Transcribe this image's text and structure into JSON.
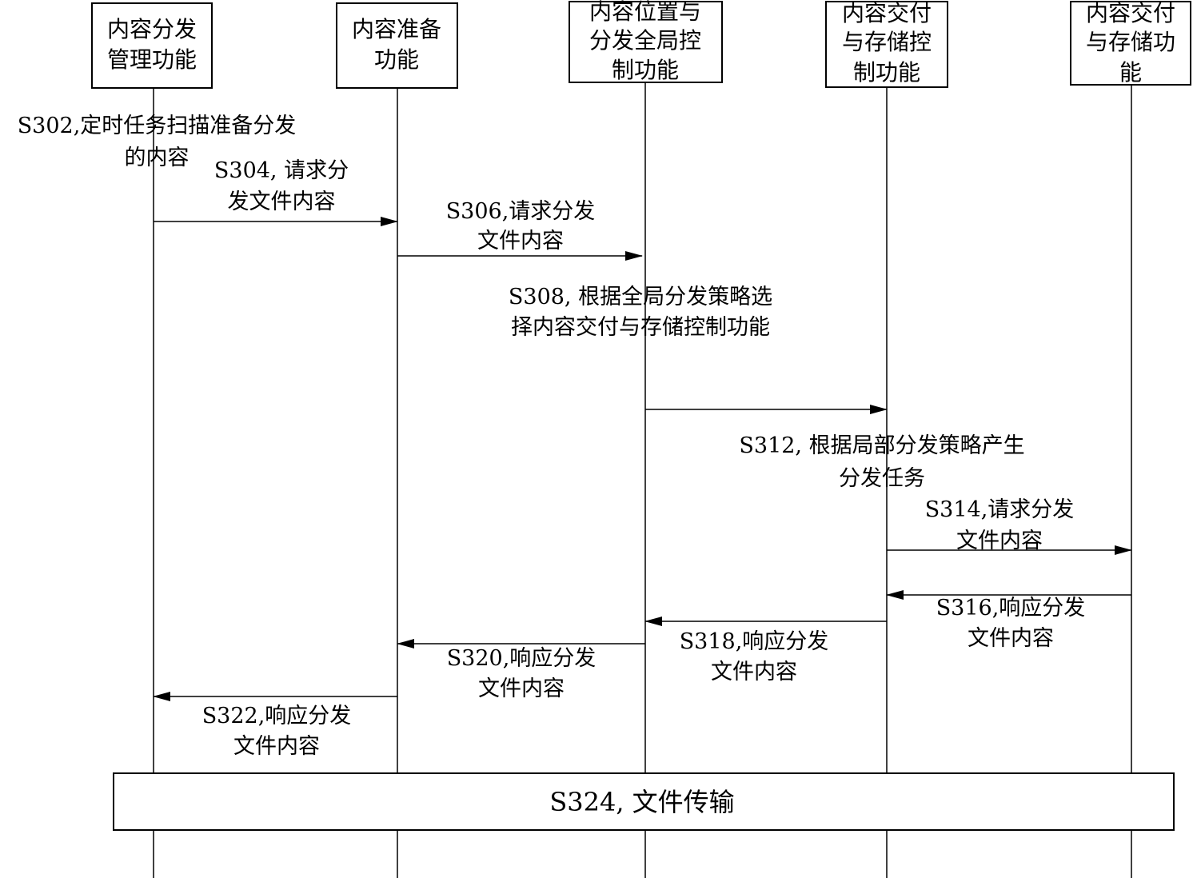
{
  "participants": [
    {
      "name": "content-distribution-management",
      "lines": [
        "内容分发",
        "管理功能"
      ]
    },
    {
      "name": "content-preparation",
      "lines": [
        "内容准备",
        "功能"
      ]
    },
    {
      "name": "content-location-global-control",
      "lines": [
        "内容位置与",
        "分发全局控",
        "制功能"
      ]
    },
    {
      "name": "content-delivery-storage-control",
      "lines": [
        "内容交付",
        "与存储控",
        "制功能"
      ]
    },
    {
      "name": "content-delivery-storage",
      "lines": [
        "内容交付",
        "与存储功",
        "能"
      ]
    }
  ],
  "steps": {
    "s302": [
      "S302,定时任务扫描准备分发",
      "的内容"
    ],
    "s304": [
      "S304, 请求分",
      "发文件内容"
    ],
    "s306": [
      "S306,请求分发",
      "文件内容"
    ],
    "s308": [
      "S308, 根据全局分发策略选",
      "择内容交付与存储控制功能"
    ],
    "s312": [
      "S312, 根据局部分发策略产生",
      "分发任务"
    ],
    "s314": [
      "S314,请求分发",
      "文件内容"
    ],
    "s316": [
      "S316,响应分发",
      "文件内容"
    ],
    "s318": [
      "S318,响应分发",
      "文件内容"
    ],
    "s320": [
      "S320,响应分发",
      "文件内容"
    ],
    "s322": [
      "S322,响应分发",
      "文件内容"
    ],
    "s324": "S324, 文件传输"
  }
}
